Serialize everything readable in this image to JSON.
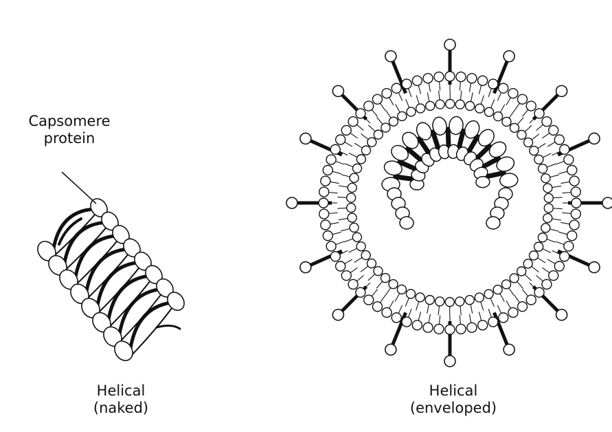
{
  "labels": {
    "capsomere_line1": "Capsomere",
    "capsomere_line2": "protein"
  },
  "captions": {
    "naked_line1": "Helical",
    "naked_line2": "(naked)",
    "enveloped_line1": "Helical",
    "enveloped_line2": "(enveloped)"
  },
  "colors": {
    "ink": "#111111",
    "background": "#ffffff"
  }
}
